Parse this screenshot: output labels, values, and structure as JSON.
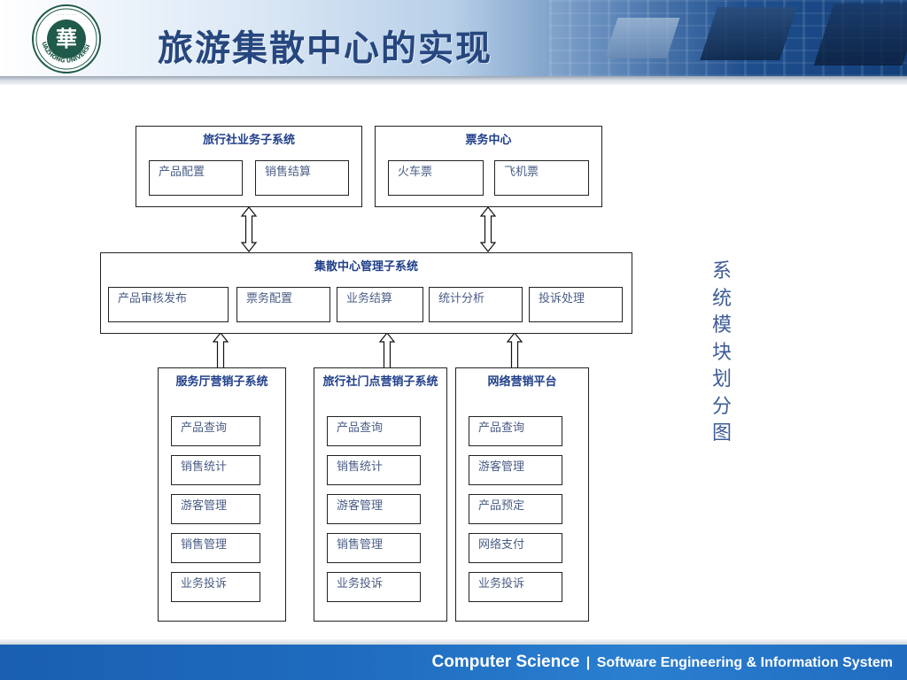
{
  "header": {
    "title": "旅游集散中心的实现",
    "logo": {
      "name": "huazhong-university-logo",
      "center_char": "華",
      "ring_text": "HUAZHONG UNIVERSITY"
    }
  },
  "diagram": {
    "travel_agency": {
      "title": "旅行社业务子系统",
      "modules": [
        "产品配置",
        "销售结算"
      ]
    },
    "ticket_center": {
      "title": "票务中心",
      "modules": [
        "火车票",
        "飞机票"
      ]
    },
    "hub_mgmt": {
      "title": "集散中心管理子系统",
      "modules": [
        "产品审核发布",
        "票务配置",
        "业务结算",
        "统计分析",
        "投诉处理"
      ]
    },
    "service_hall": {
      "title": "服务厅营销子系统",
      "modules": [
        "产品查询",
        "销售统计",
        "游客管理",
        "销售管理",
        "业务投诉"
      ]
    },
    "agency_store": {
      "title": "旅行社门点营销子系统",
      "modules": [
        "产品查询",
        "销售统计",
        "游客管理",
        "销售管理",
        "业务投诉"
      ]
    },
    "online_platform": {
      "title": "网络营销平台",
      "modules": [
        "产品查询",
        "游客管理",
        "产品预定",
        "网络支付",
        "业务投诉"
      ]
    }
  },
  "side_label": "系统模块划分图",
  "footer": {
    "primary": "Computer Science",
    "separator": "|",
    "secondary": "Software Engineering & Information System"
  }
}
